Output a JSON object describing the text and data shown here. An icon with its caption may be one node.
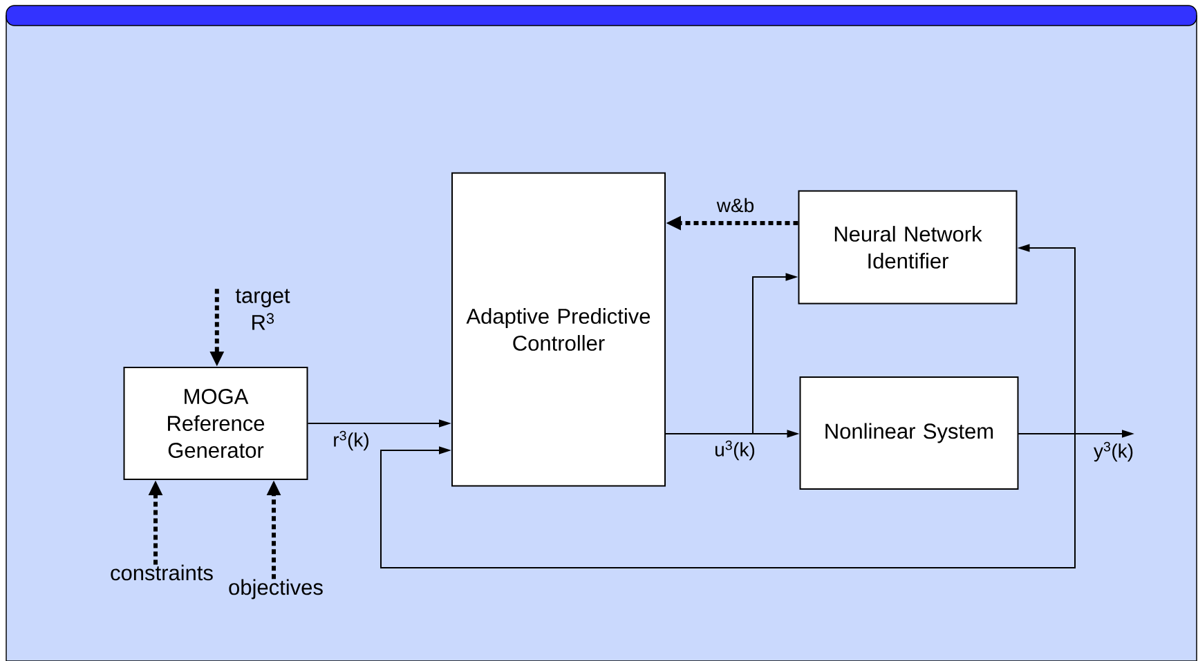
{
  "diagram": {
    "nodes": [
      {
        "text": [
          "MOGA Reference Generator"
        ]
      },
      {
        "text": [
          "Adaptive Predictive Controller"
        ]
      },
      {
        "text": [
          "Neural Network Identifier"
        ]
      },
      {
        "text": [
          "Nonlinear System"
        ]
      },
      {
        "text": [
          "target R$^{3}$"
        ]
      },
      {
        "text": [
          "constraints"
        ]
      },
      {
        "text": [
          "objectives"
        ]
      }
    ],
    "edges": [
      {
        "from": 4,
        "to": 0,
        "arrow": "to",
        "style": "dashed"
      },
      {
        "from": 5,
        "to": 0,
        "arrow": "to",
        "style": "dashed"
      },
      {
        "from": 6,
        "to": 0,
        "arrow": "to",
        "style": "dashed"
      },
      {
        "from": 0,
        "to": 1,
        "arrow": "to",
        "label": "r$^{3}$(k)"
      },
      {
        "from": 1,
        "to": 3,
        "arrow": "to",
        "label": "u$^{3}$(k)"
      },
      {
        "from": 1,
        "to": 2,
        "arrow": "to"
      },
      {
        "from": 2,
        "to": 1,
        "arrow": "to",
        "style": "dashed",
        "label": "w&b"
      },
      {
        "from": 3,
        "to": null,
        "arrow": "to",
        "label": "y$^{3}$(k)"
      },
      {
        "from": 3,
        "to": 2,
        "arrow": "to"
      },
      {
        "from": 3,
        "to": 1,
        "arrow": "to"
      }
    ]
  }
}
